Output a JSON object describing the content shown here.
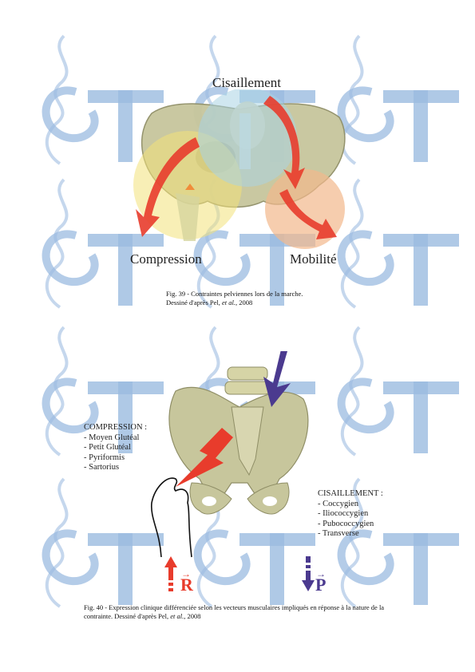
{
  "watermark": {
    "text": "T",
    "color": "#9bbbe0"
  },
  "figure39": {
    "label_top": "Cisaillement",
    "label_left": "Compression",
    "label_right": "Mobilité",
    "caption_line1": "Fig. 39 -  Contraintes pelviennes lors de la marche.",
    "caption_line2_prefix": "Dessiné d'après Pel, ",
    "caption_line2_italic": "et al.",
    "caption_line2_suffix": ", 2008"
  },
  "figure40": {
    "compression_title": "COMPRESSION :",
    "compression_items": [
      "- Moyen Glutéal",
      "- Petit Glutéal",
      "- Pyriformis",
      "- Sartorius"
    ],
    "cisaillement_title": "CISAILLEMENT :",
    "cisaillement_items": [
      "- Coccygien",
      "- Iliococcygien",
      "- Pubococcygien",
      "- Transverse"
    ],
    "vector_r": "R",
    "vector_p": "P",
    "vector_arrow": "→",
    "caption_line1": "Fig. 40 - Expression clinique différenciée selon les vecteurs musculaires impliqués en réponse à la nature de la",
    "caption_line2_prefix": "contrainte. Dessiné d'après Pel, ",
    "caption_line2_italic": "et al.",
    "caption_line2_suffix": ", 2008"
  },
  "colors": {
    "bone": "#c9c8a0",
    "bone_dark": "#8f8e66",
    "compression_zone": "#f3e27a",
    "shear_zone": "#a9d3e4",
    "mobility_zone": "#f2b88c",
    "arrow_red": "#e83c2c",
    "arrow_purple": "#4b3a8f"
  }
}
